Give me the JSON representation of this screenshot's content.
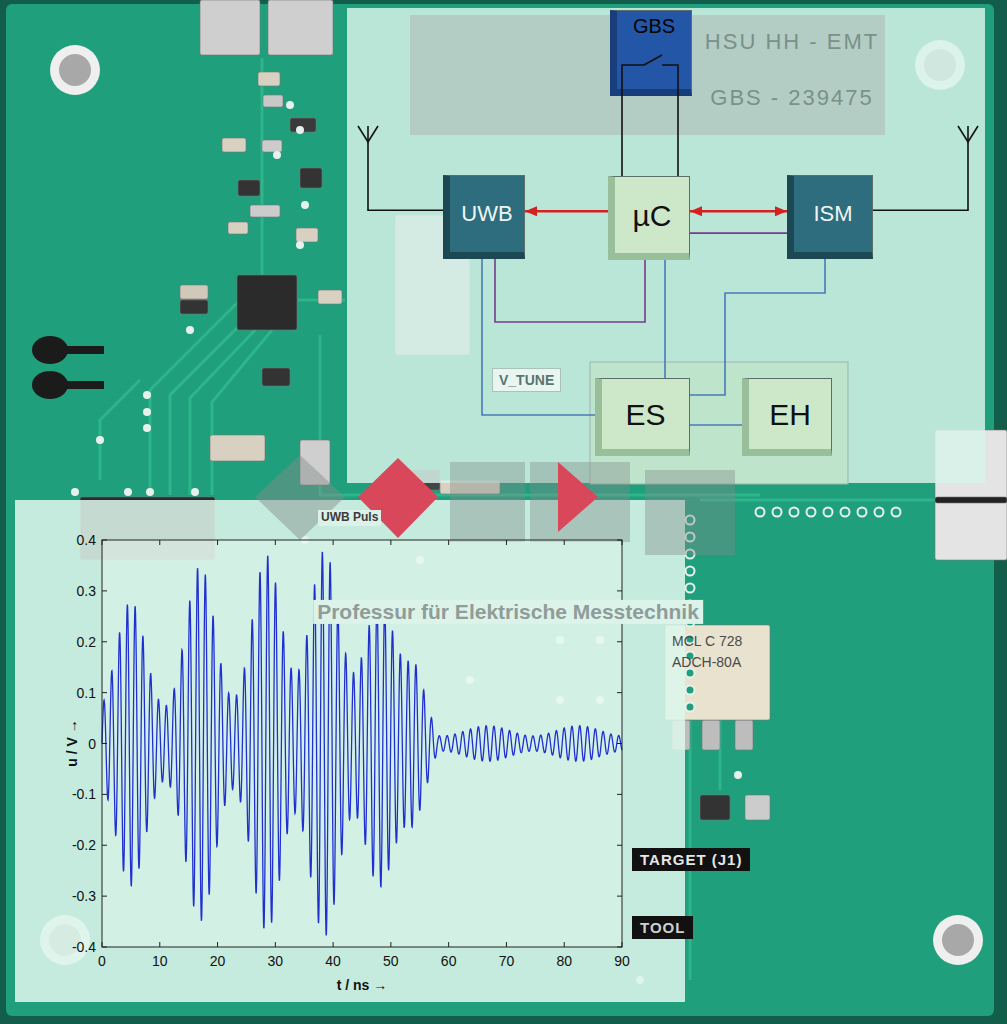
{
  "diagram": {
    "nodes": [
      {
        "text": [
          "GBS"
        ]
      },
      {
        "text": [
          "UWB"
        ]
      },
      {
        "text": [
          "µC"
        ]
      },
      {
        "text": [
          "ISM"
        ]
      },
      {
        "text": [
          "ES"
        ]
      },
      {
        "text": [
          "EH"
        ]
      }
    ],
    "edges": [
      {
        "from": 2,
        "to": 1,
        "arrow": "to"
      },
      {
        "from": 2,
        "to": 3,
        "arrow": "both"
      },
      {
        "from": 2,
        "to": 3,
        "arrow": "none"
      },
      {
        "from": 2,
        "to": 0,
        "arrow": "none"
      },
      {
        "from": 2,
        "to": 0,
        "arrow": "none"
      },
      {
        "from": 2,
        "to": 1,
        "arrow": "none"
      },
      {
        "from": 1,
        "to": 4,
        "arrow": "none"
      },
      {
        "from": 2,
        "to": 4,
        "arrow": "none"
      },
      {
        "from": 3,
        "to": 4,
        "arrow": "none"
      },
      {
        "from": 4,
        "to": 5,
        "arrow": "none"
      }
    ],
    "labels": [
      "HSU HH - EMT",
      "GBS - 239475",
      "V_TUNE",
      "UWB Puls",
      "Professur für Elektrische Messtechnik",
      "MCL C 728",
      "ADCH-80A",
      "TARGET (J1)",
      "TOOL",
      "u / V →",
      "t / ns →",
      "0.4",
      "0.3",
      "0.2",
      "0.1",
      "0",
      "-0.1",
      "-0.2",
      "-0.3",
      "-0.4",
      "0",
      "10",
      "20",
      "30",
      "40",
      "50",
      "60",
      "70",
      "80",
      "90"
    ]
  }
}
